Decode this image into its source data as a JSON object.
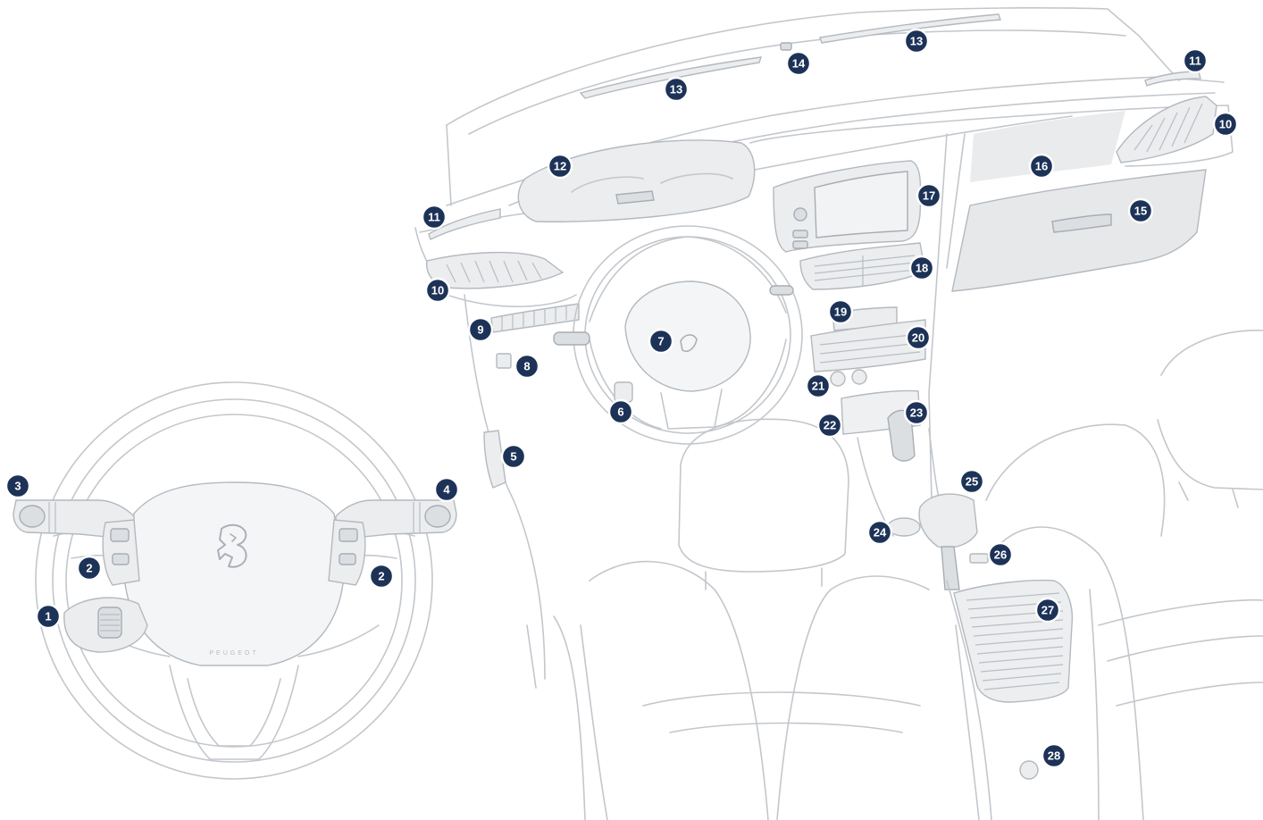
{
  "diagram": {
    "brand_text": "PEUGEOT",
    "callout_color": "#1d3257",
    "line_color": "#c3c7cc",
    "callouts": [
      "1",
      "2",
      "2",
      "3",
      "4",
      "5",
      "6",
      "7",
      "8",
      "9",
      "10",
      "10",
      "11",
      "11",
      "12",
      "13",
      "13",
      "14",
      "15",
      "16",
      "17",
      "18",
      "19",
      "20",
      "21",
      "22",
      "23",
      "24",
      "25",
      "26",
      "27",
      "28"
    ]
  }
}
